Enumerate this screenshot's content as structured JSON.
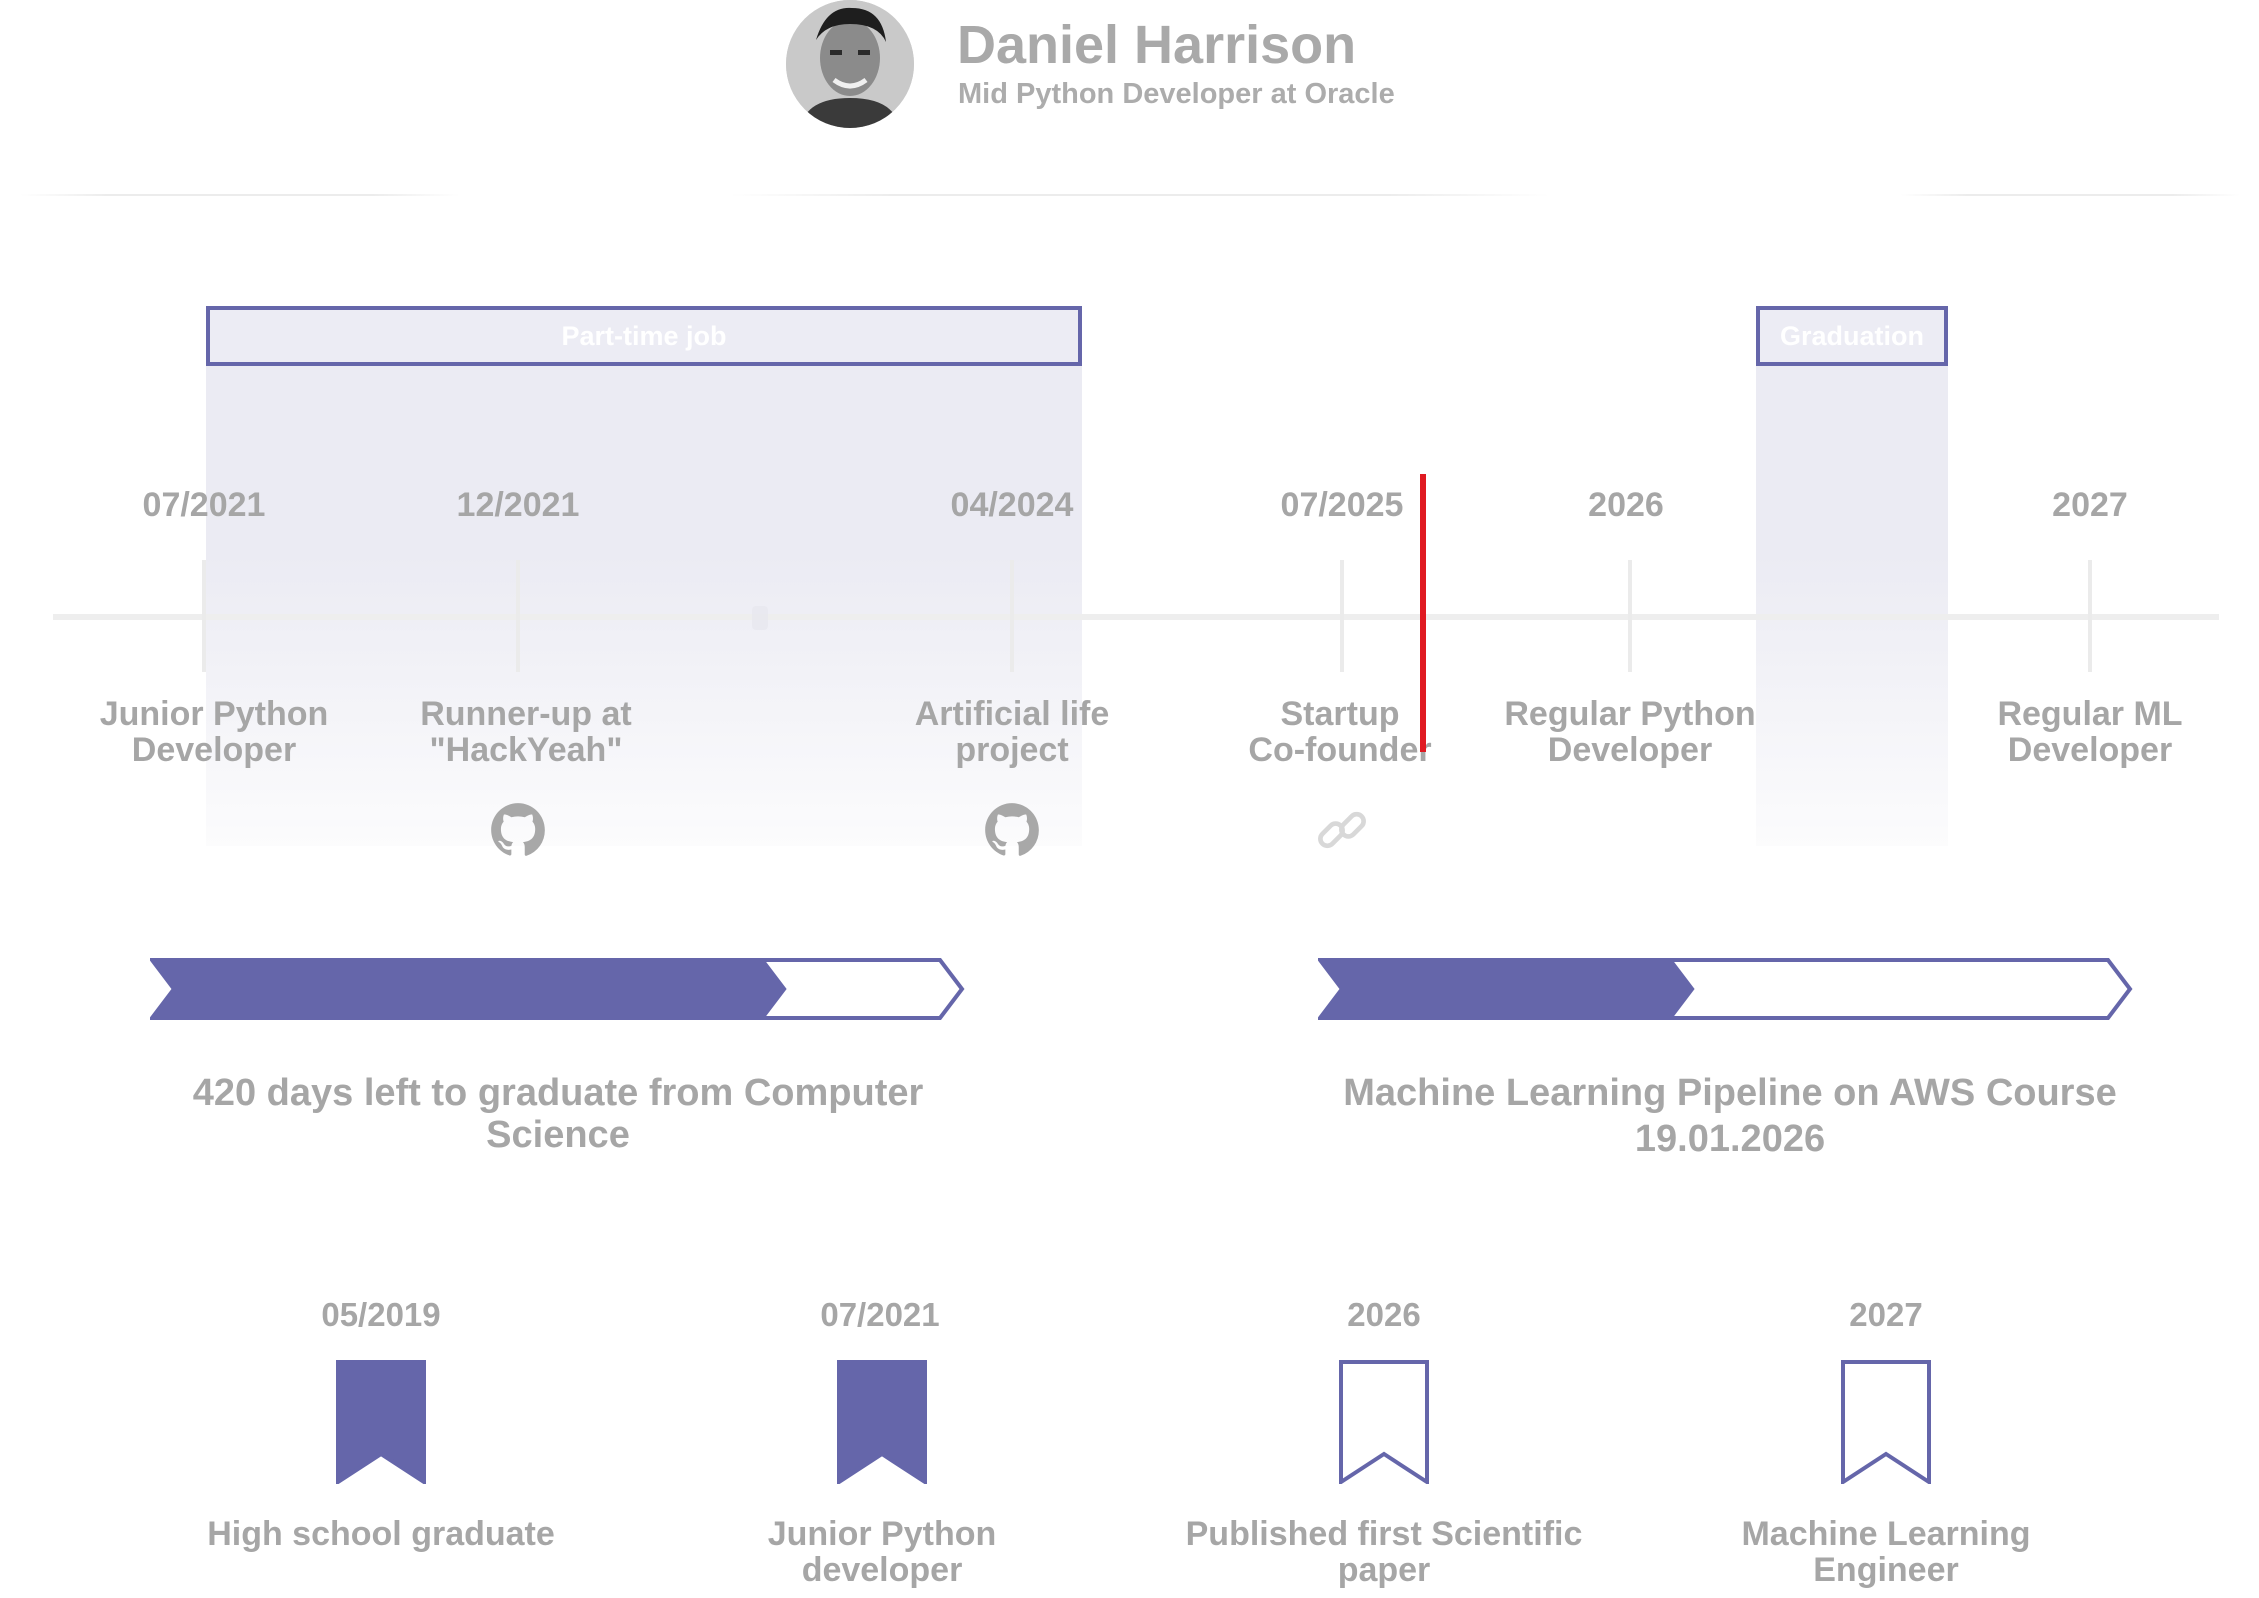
{
  "profile": {
    "name": "Daniel Harrison",
    "title": "Mid Python Developer at Oracle"
  },
  "periods": [
    {
      "label": "Part-time job"
    },
    {
      "label": "Graduation"
    }
  ],
  "timeline": {
    "events": [
      {
        "date": "07/2021",
        "label_lines": [
          "Junior Python",
          "Developer"
        ],
        "icon": ""
      },
      {
        "date": "12/2021",
        "label_lines": [
          "Runner-up at",
          "\"HackYeah\""
        ],
        "icon": "github-icon"
      },
      {
        "date": "04/2024",
        "label_lines": [
          "Artificial life",
          "project"
        ],
        "icon": "github-icon"
      },
      {
        "date": "07/2025",
        "label_lines": [
          "Startup",
          "Co-founder"
        ],
        "icon": "link-icon"
      },
      {
        "date": "2026",
        "label_lines": [
          "Regular Python",
          "Developer"
        ],
        "icon": ""
      },
      {
        "date": "2027",
        "label_lines": [
          "Regular ML",
          "Developer"
        ],
        "icon": ""
      }
    ],
    "current_marker_color": "#e01a22"
  },
  "progress": [
    {
      "text_lines": [
        "420 days left to graduate from Computer",
        "Science"
      ],
      "progress": 0.78
    },
    {
      "text_lines": [
        "Machine Learning Pipeline on AWS Course",
        "19.01.2026"
      ],
      "progress": 0.45
    }
  ],
  "milestones": [
    {
      "date": "05/2019",
      "label_lines": [
        "High school graduate"
      ],
      "achieved": true
    },
    {
      "date": "07/2021",
      "label_lines": [
        "Junior Python",
        "developer"
      ],
      "achieved": true
    },
    {
      "date": "2026",
      "label_lines": [
        "Published first Scientific",
        "paper"
      ],
      "achieved": false
    },
    {
      "date": "2027",
      "label_lines": [
        "Machine Learning",
        "Engineer"
      ],
      "achieved": false
    }
  ],
  "colors": {
    "accent": "#6566aa",
    "text": "#a6a6a6",
    "now_marker": "#e01a22"
  }
}
